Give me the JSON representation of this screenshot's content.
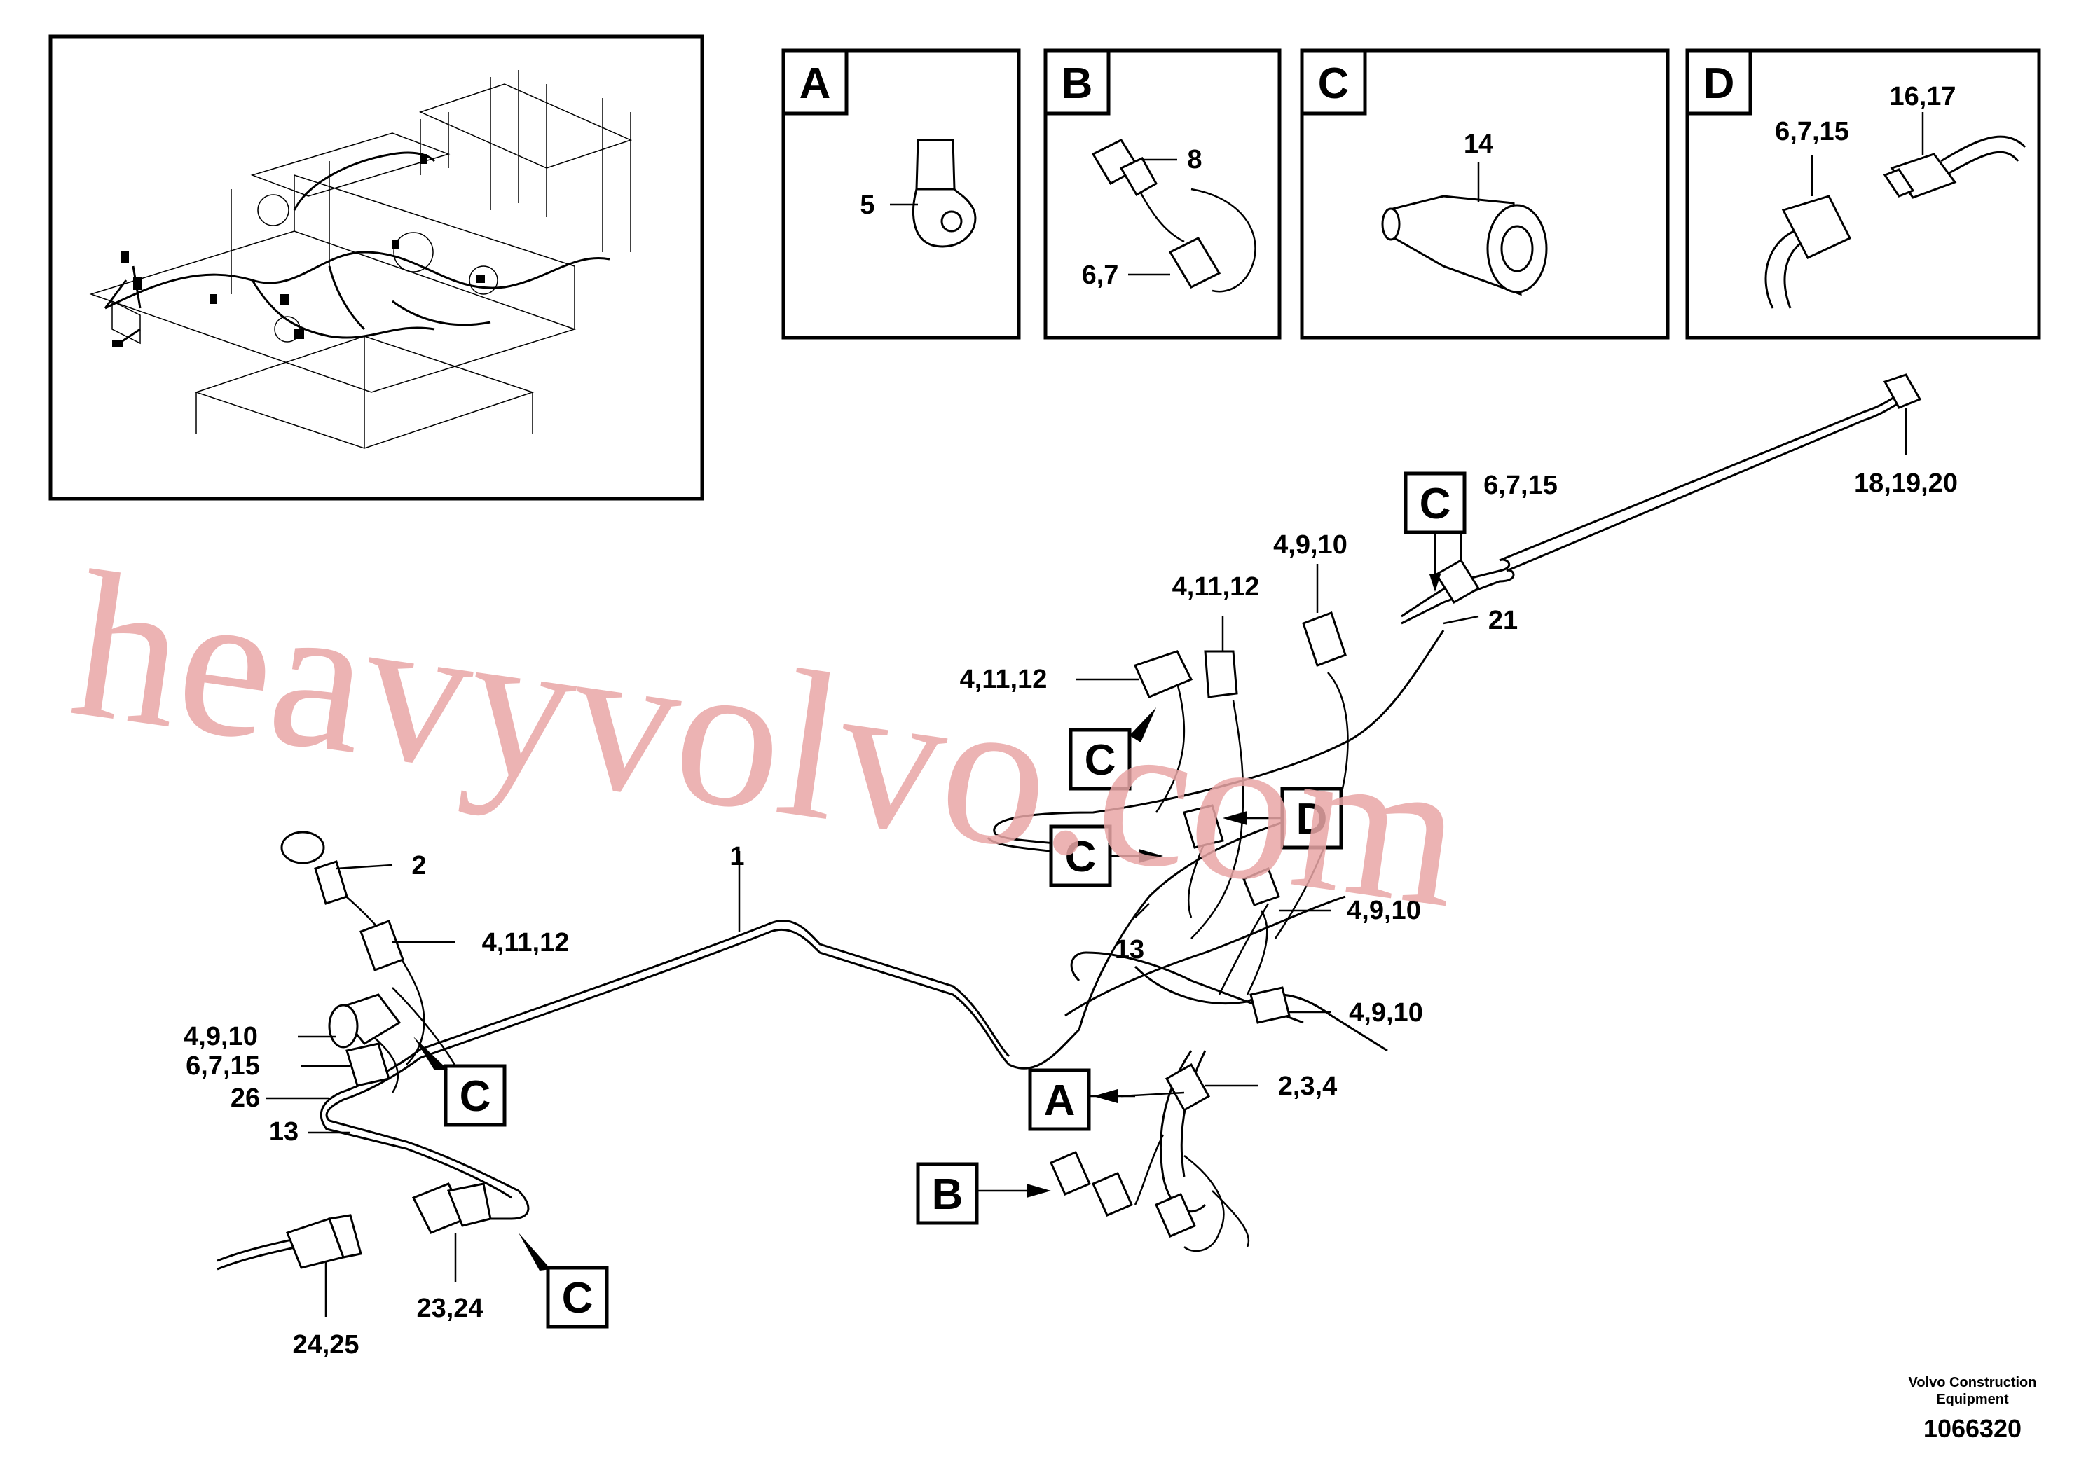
{
  "watermark": "heavyvolvo.com",
  "detail_boxes": [
    {
      "letter": "A",
      "labels": [
        "5"
      ]
    },
    {
      "letter": "B",
      "labels": [
        "8",
        "6,7"
      ]
    },
    {
      "letter": "C",
      "labels": [
        "14"
      ]
    },
    {
      "letter": "D",
      "labels": [
        "6,7,15",
        "16,17"
      ]
    }
  ],
  "callout_tags": [
    "C",
    "C",
    "D",
    "C",
    "A",
    "B",
    "C",
    "C"
  ],
  "part_labels": [
    "18,19,20",
    "6,7,15",
    "4,9,10",
    "4,11,12",
    "21",
    "4,11,12",
    "2",
    "1",
    "4,11,12",
    "4,9,10",
    "6,7,15",
    "26",
    "13",
    "13",
    "4,9,10",
    "4,9,10",
    "2,3,4",
    "23,24",
    "24,25"
  ],
  "footer": {
    "company_line1": "Volvo Construction",
    "company_line2": "Equipment",
    "doc_number": "1066320"
  }
}
